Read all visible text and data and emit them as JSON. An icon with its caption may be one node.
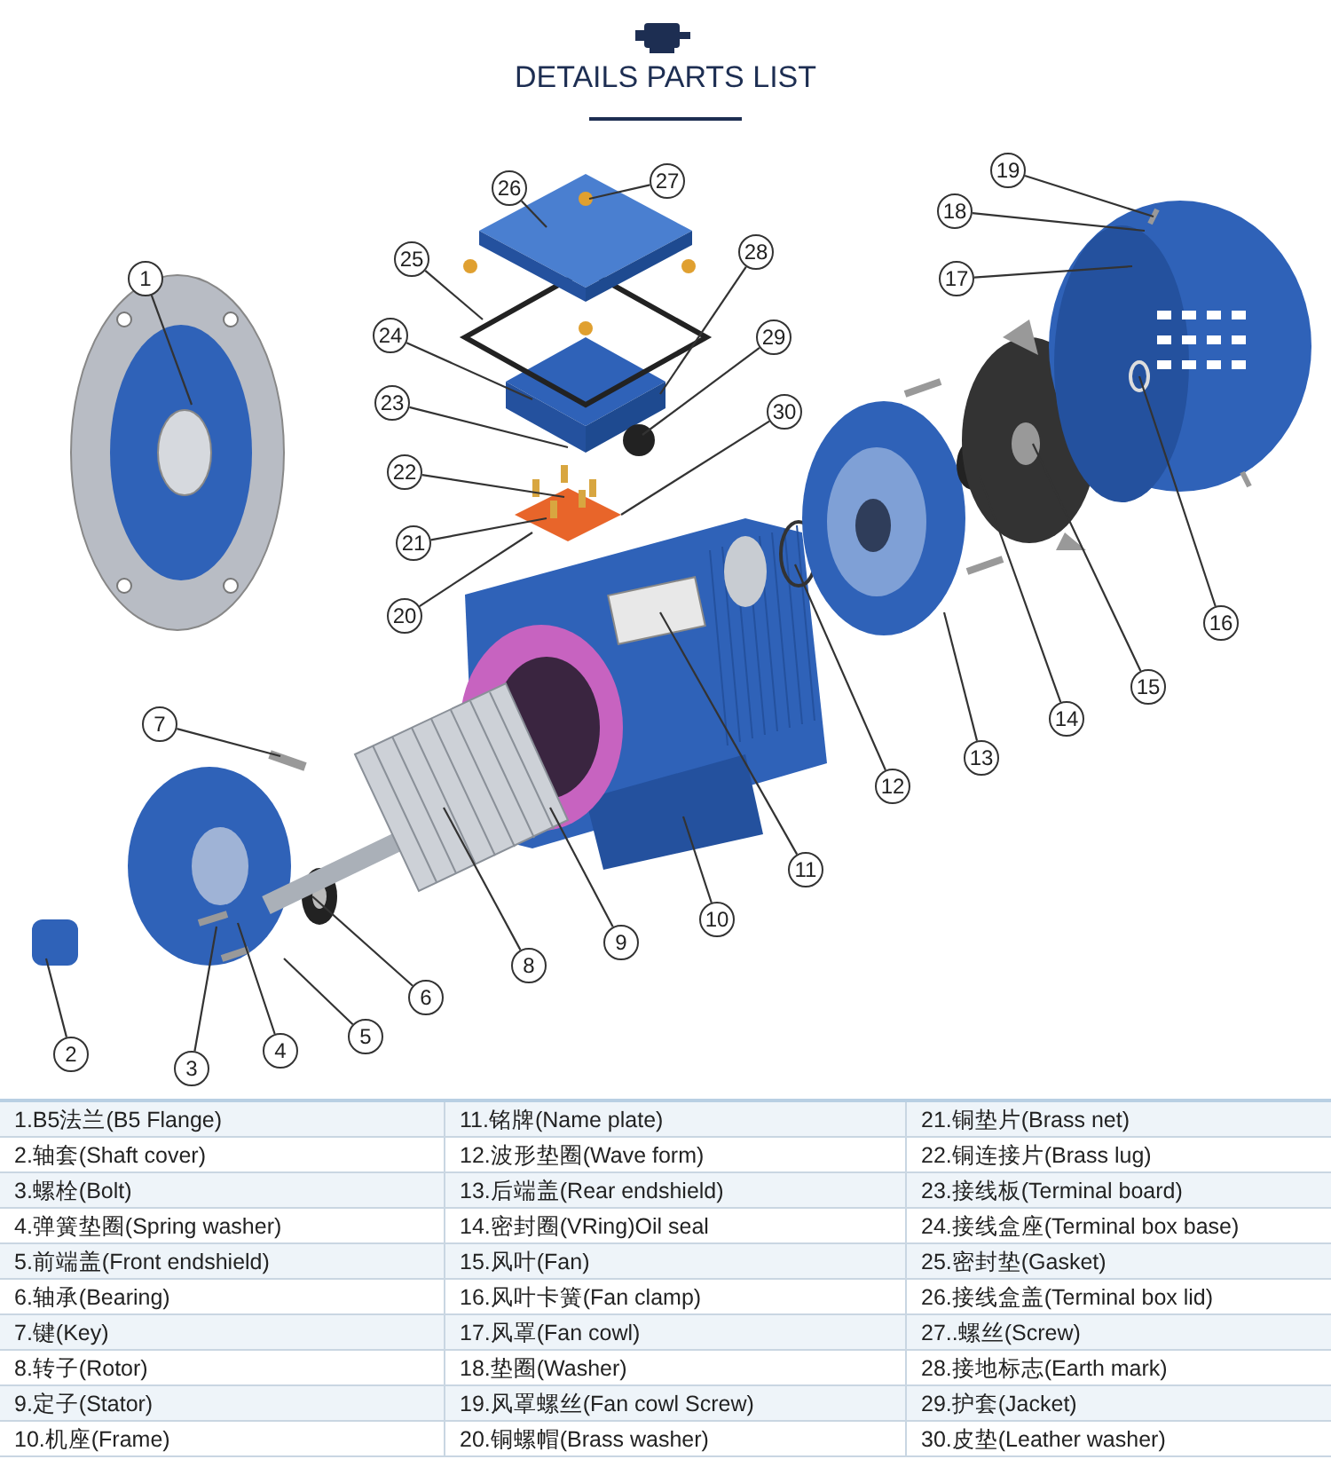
{
  "diagram": {
    "title": "DETAILS PARTS LIST",
    "nodes": [
      {
        "text": [
          "1"
        ]
      },
      {
        "text": [
          "2"
        ]
      },
      {
        "text": [
          "3"
        ]
      },
      {
        "text": [
          "4"
        ]
      },
      {
        "text": [
          "5"
        ]
      },
      {
        "text": [
          "6"
        ]
      },
      {
        "text": [
          "7"
        ]
      },
      {
        "text": [
          "8"
        ]
      },
      {
        "text": [
          "9"
        ]
      },
      {
        "text": [
          "10"
        ]
      },
      {
        "text": [
          "11"
        ]
      },
      {
        "text": [
          "12"
        ]
      },
      {
        "text": [
          "13"
        ]
      },
      {
        "text": [
          "14"
        ]
      },
      {
        "text": [
          "15"
        ]
      },
      {
        "text": [
          "16"
        ]
      },
      {
        "text": [
          "17"
        ]
      },
      {
        "text": [
          "18"
        ]
      },
      {
        "text": [
          "19"
        ]
      },
      {
        "text": [
          "20"
        ]
      },
      {
        "text": [
          "21"
        ]
      },
      {
        "text": [
          "22"
        ]
      },
      {
        "text": [
          "23"
        ]
      },
      {
        "text": [
          "24"
        ]
      },
      {
        "text": [
          "25"
        ]
      },
      {
        "text": [
          "26"
        ]
      },
      {
        "text": [
          "27"
        ]
      },
      {
        "text": [
          "28"
        ]
      },
      {
        "text": [
          "29"
        ]
      },
      {
        "text": [
          "30"
        ]
      }
    ],
    "edges": [
      {
        "from": 0,
        "to": null,
        "arrow": "none"
      },
      {
        "from": 1,
        "to": null,
        "arrow": "none"
      },
      {
        "from": 2,
        "to": null,
        "arrow": "none"
      },
      {
        "from": 3,
        "to": null,
        "arrow": "none"
      },
      {
        "from": 4,
        "to": null,
        "arrow": "none"
      },
      {
        "from": 5,
        "to": null,
        "arrow": "none"
      },
      {
        "from": 6,
        "to": null,
        "arrow": "none"
      },
      {
        "from": 7,
        "to": null,
        "arrow": "none"
      },
      {
        "from": 8,
        "to": null,
        "arrow": "none"
      },
      {
        "from": 9,
        "to": null,
        "arrow": "none"
      },
      {
        "from": 10,
        "to": null,
        "arrow": "none"
      },
      {
        "from": 11,
        "to": null,
        "arrow": "none"
      },
      {
        "from": 12,
        "to": null,
        "arrow": "none"
      },
      {
        "from": 13,
        "to": null,
        "arrow": "none"
      },
      {
        "from": 14,
        "to": null,
        "arrow": "none"
      },
      {
        "from": 15,
        "to": null,
        "arrow": "none"
      },
      {
        "from": 16,
        "to": null,
        "arrow": "none"
      },
      {
        "from": 17,
        "to": null,
        "arrow": "none"
      },
      {
        "from": 18,
        "to": null,
        "arrow": "none"
      },
      {
        "from": 19,
        "to": null,
        "arrow": "none"
      },
      {
        "from": 20,
        "to": null,
        "arrow": "none"
      },
      {
        "from": 21,
        "to": null,
        "arrow": "none"
      },
      {
        "from": 22,
        "to": null,
        "arrow": "none"
      },
      {
        "from": 23,
        "to": null,
        "arrow": "none"
      },
      {
        "from": 24,
        "to": null,
        "arrow": "none"
      },
      {
        "from": 25,
        "to": null,
        "arrow": "none"
      },
      {
        "from": 26,
        "to": null,
        "arrow": "none"
      },
      {
        "from": 27,
        "to": null,
        "arrow": "none"
      },
      {
        "from": 28,
        "to": null,
        "arrow": "none"
      },
      {
        "from": 29,
        "to": null,
        "arrow": "none"
      }
    ],
    "labels": [
      "1.B5法兰(B5 Flange)",
      "11.铭牌(Name plate)",
      "21.铜垫片(Brass net)",
      "2.轴套(Shaft cover)",
      "12.波形垫圈(Wave form)",
      "22.铜连接片(Brass lug)",
      "3.螺栓(Bolt)",
      "13.后端盖(Rear endshield)",
      "23.接线板(Terminal board)",
      "4.弹簧垫圈(Spring washer)",
      "14.密封圈(VRing)Oil seal",
      "24.接线盒座(Terminal box base)",
      "5.前端盖(Front endshield)",
      "15.风叶(Fan)",
      "25.密封垫(Gasket)",
      "6.轴承(Bearing)",
      "16.风叶卡簧(Fan clamp)",
      "26.接线盒盖(Terminal box lid)",
      "7.键(Key)",
      "17.风罩(Fan cowl)",
      "27..螺丝(Screw)",
      "8.转子(Rotor)",
      "18.垫圈(Washer)",
      "28.接地标志(Earth mark)",
      "9.定子(Stator)",
      "19.风罩螺丝(Fan cowl Screw)",
      "29.护套(Jacket)",
      "10.机座(Frame)",
      "20.铜螺帽(Brass washer)",
      "30.皮垫(Leather washer)"
    ]
  }
}
